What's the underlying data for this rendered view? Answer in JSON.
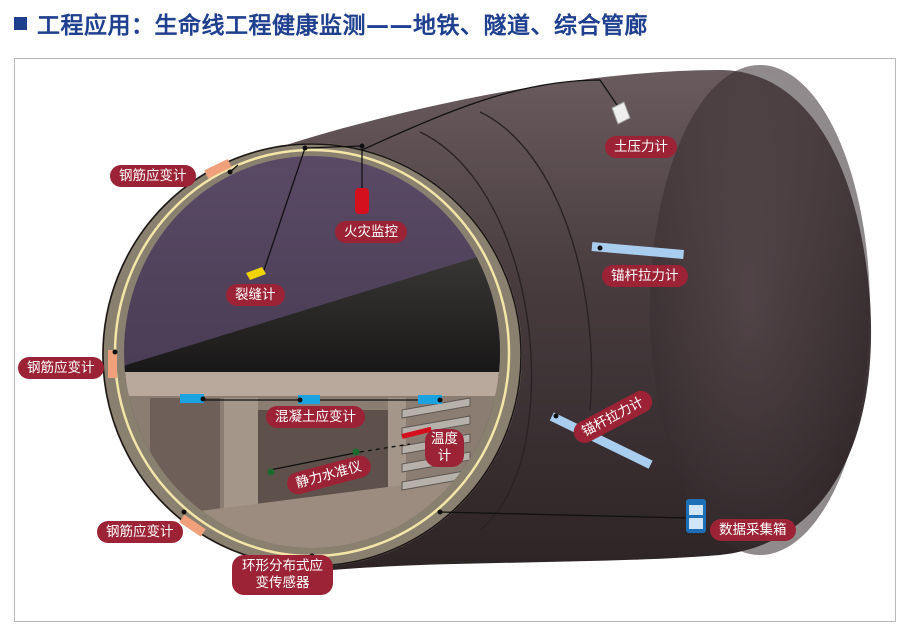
{
  "header": {
    "title": "工程应用：生命线工程健康监测——地铁、隧道、综合管廊"
  },
  "labels": {
    "steel_strain_top": "钢筋应变计",
    "steel_strain_left": "钢筋应变计",
    "steel_strain_bottom": "钢筋应变计",
    "fire_monitor": "火灾监控",
    "crack_meter": "裂缝计",
    "earth_pressure": "土压力计",
    "anchor_tension_1": "锚杆拉力计",
    "anchor_tension_2": "锚杆拉力计",
    "concrete_strain": "混凝土应变计",
    "temperature_line1": "温度",
    "temperature_line2": "计",
    "hydrostatic_level": "静力水准仪",
    "ring_sensor_line1": "环形分布式应",
    "ring_sensor_line2": "变传感器",
    "data_box": "数据采集箱"
  },
  "colors": {
    "title": "#1f3f8f",
    "label_bg": "#9b2335",
    "tunnel_body": "#4a3c3f",
    "ring_line": "#f3e6a8",
    "sensor_blue": "#1aa3e0",
    "anchor_bar": "#a9cdee",
    "fire_sensor": "#d40f1e",
    "crack_sensor": "#f2d400",
    "strain_gauge": "#f0a07a",
    "hydro_sensor": "#1f6b2f"
  }
}
